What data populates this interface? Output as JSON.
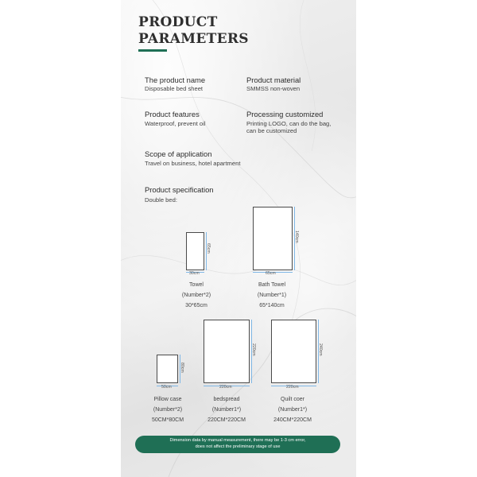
{
  "header": {
    "title": "PRODUCT\nPARAMETERS",
    "accent_color": "#1f6f55"
  },
  "params": {
    "name_label": "The product name",
    "name_value": "Disposable bed sheet",
    "material_label": "Product material",
    "material_value": "SMMSS non-woven",
    "features_label": "Product features",
    "features_value": "Waterproof, prevent oil",
    "processing_label": "Processing customized",
    "processing_value_1": "Printing LOGO, can do the bag,",
    "processing_value_2": "can be customized",
    "scope_label": "Scope of application",
    "scope_value": "Travel on business, hotel apartment",
    "spec_label": "Product specification",
    "spec_value": "Double bed:"
  },
  "items": {
    "towel": {
      "width": "30cm",
      "height": "65cm",
      "name": "Towel",
      "count": "(Number*2)",
      "size": "30*65cm"
    },
    "bath_towel": {
      "width": "65cm",
      "height": "140cm",
      "name": "Bath Towel",
      "count": "(Number*1)",
      "size": "65*140cm"
    },
    "pillow": {
      "width": "50cm",
      "height": "80cm",
      "name": "Pillow case",
      "count": "(Number*2)",
      "size": "50CM*80CM"
    },
    "bedspread": {
      "width": "220cm",
      "height": "220cm",
      "name": "bedspread",
      "count": "(Number1*)",
      "size": "220CM*220CM"
    },
    "quilt": {
      "width": "220cm",
      "height": "240cm",
      "name": "Quilt coer",
      "count": "(Number1*)",
      "size": "240CM*220CM"
    }
  },
  "notice": {
    "line1": "Dimension data by manual measurement, there may be 1-3 cm error,",
    "line2": "does not affect the preliminary stage of use"
  }
}
